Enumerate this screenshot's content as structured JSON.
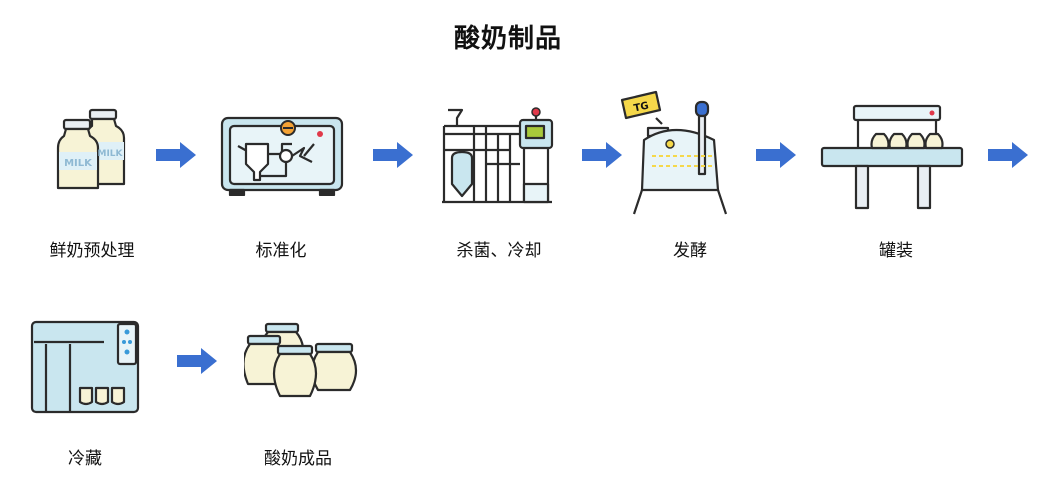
{
  "title": "酸奶制品",
  "steps": [
    {
      "label": "鲜奶预处理",
      "icon": "milk-bottles-icon",
      "bottle_text": "MILK"
    },
    {
      "label": "标准化",
      "icon": "standardization-machine-icon"
    },
    {
      "label": "杀菌、冷却",
      "icon": "sterilizer-pipes-icon"
    },
    {
      "label": "发酵",
      "icon": "fermentation-tank-icon",
      "tag_text": "TG"
    },
    {
      "label": "罐装",
      "icon": "filling-conveyor-icon"
    },
    {
      "label": "冷藏",
      "icon": "refrigerator-icon"
    },
    {
      "label": "酸奶成品",
      "icon": "yogurt-jars-icon"
    }
  ],
  "colors": {
    "arrow": "#3a6fd0",
    "outline": "#2b2b2b",
    "panel": "#c9e6ef",
    "glass": "#f7f3d6",
    "accent_orange": "#f4a234",
    "accent_yellow": "#f5d84a",
    "accent_green": "#a8c93a",
    "accent_red": "#e0394a"
  }
}
